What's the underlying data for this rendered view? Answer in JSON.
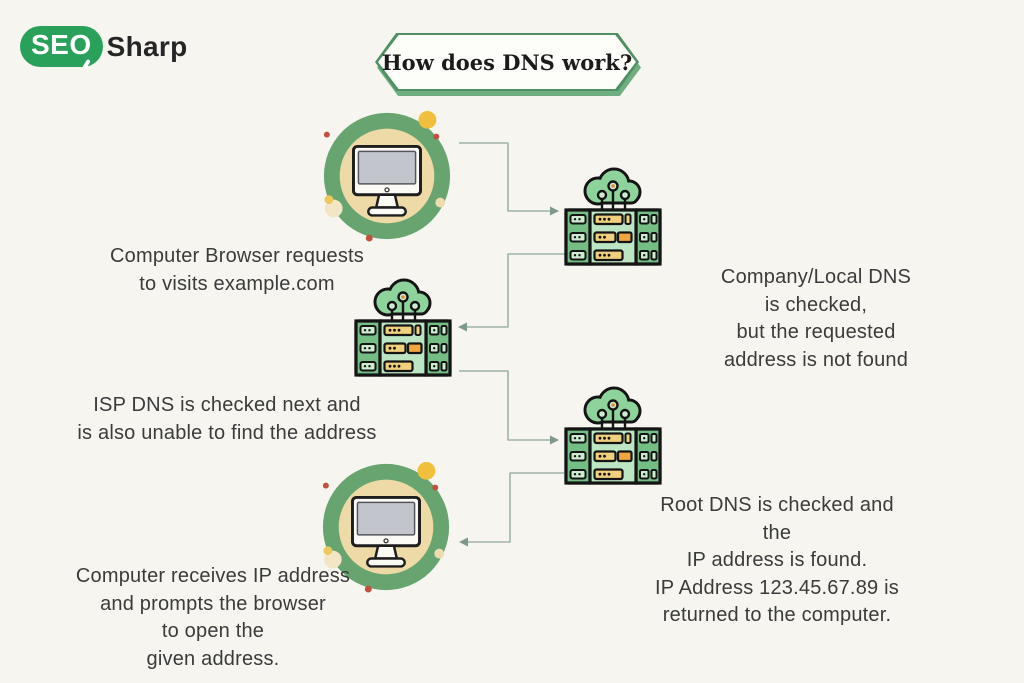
{
  "logo": {
    "seo_text": "SEO",
    "sharp_text": "Sharp",
    "pill_color": "#2aa15b"
  },
  "title": {
    "text": "How does DNS work?"
  },
  "captions": {
    "browser_request": {
      "text": "Computer Browser requests\nto visits example.com"
    },
    "local_dns": {
      "text": "Company/Local DNS is checked,\nbut the requested address is not found"
    },
    "isp_dns": {
      "text": "ISP DNS is checked next and\nis also unable to find the address"
    },
    "root_dns": {
      "text": "Root DNS is checked and the\nIP address is found.\nIP Address 123.45.67.89 is\nreturned to the computer."
    },
    "computer_receives": {
      "text": "Computer receives IP address\nand prompts the browser\nto open the\ngiven address."
    }
  },
  "icons": {
    "computer_top": "desktop-computer-in-green-circle",
    "computer_bottom": "desktop-computer-in-green-circle",
    "server_local": "dns-server-with-cloud",
    "server_isp": "dns-server-with-cloud",
    "server_root": "dns-server-with-cloud",
    "logo_magnifier": "magnifier-as-letter-o"
  },
  "flow": [
    {
      "from": "computer",
      "to": "company-local-dns"
    },
    {
      "from": "company-local-dns",
      "to": "isp-dns"
    },
    {
      "from": "isp-dns",
      "to": "root-dns"
    },
    {
      "from": "root-dns",
      "to": "computer"
    }
  ],
  "colors": {
    "background": "#f6f5f0",
    "brand_green": "#2aa15b",
    "circle_green": "#67a46f",
    "circle_inner_tan": "#eedaa6",
    "server_body_green": "#aadcb2",
    "server_side_green": "#74bd85",
    "server_bar_yellow": "#f0d07e",
    "server_bar_orange": "#f2a53f",
    "banner_border_green": "#4f8f63",
    "banner_shadow_green": "#6fae80",
    "connector_gray_green": "#9eb4a7",
    "text_dark": "#3b3b3b"
  }
}
